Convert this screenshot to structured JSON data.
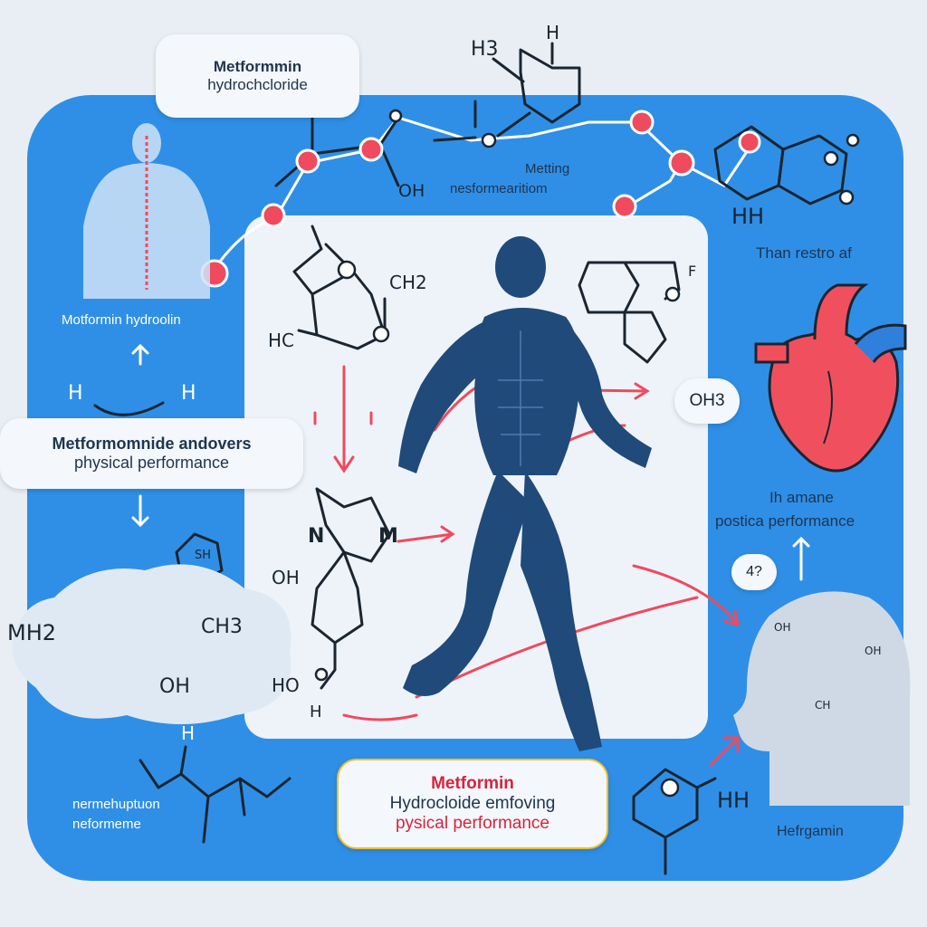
{
  "callouts": {
    "top_left": [
      "Metformmin",
      "hydrochcloride"
    ],
    "mid_left": [
      "Metformomnide andovers",
      "physical performance"
    ],
    "bottom_center": [
      "Metformin",
      "Hydrocloide emfoving",
      "pysical performance"
    ]
  },
  "labels": {
    "metting": "Metting",
    "nesformearition": "nesformearitiom",
    "then_restro": "Than restro af",
    "motformin_hydrolin": "Motformin hydroolin",
    "ih_amane": "Ih amane",
    "postica_performance": "postica performance",
    "nermehupuon": "nermehuptuon",
    "neformeme": "neformeme",
    "hefrgamin": "Hefrgamin",
    "question": "4?"
  },
  "chem": {
    "h3": "H3",
    "h_top": "H",
    "oh_top": "OH",
    "hh_right": "HH",
    "ch2": "CH2",
    "hc": "HC",
    "f": "F",
    "oh3_bubble": "OH3",
    "hh_left_a": "H",
    "hh_left_b": "H",
    "n_left": "N",
    "m_right": "M",
    "oh_mid": "OH",
    "ho_bottom": "HO",
    "h_bottom": "H",
    "mh2": "MH2",
    "ch3": "CH3",
    "oh_cloud": "OH",
    "sh": "SH",
    "hh_bottom": "HH",
    "h_skel": "H",
    "oh_head": "OH",
    "oh_head_right": "OH",
    "ch_head": "CH"
  },
  "colors": {
    "frame_blue": "#2f8fe6",
    "panel_bg": "#eef3f9",
    "figure_navy": "#1f4a7a",
    "accent_red": "#ef4a5e",
    "heart_red": "#f0505e",
    "heart_blue": "#2f7fdc"
  }
}
